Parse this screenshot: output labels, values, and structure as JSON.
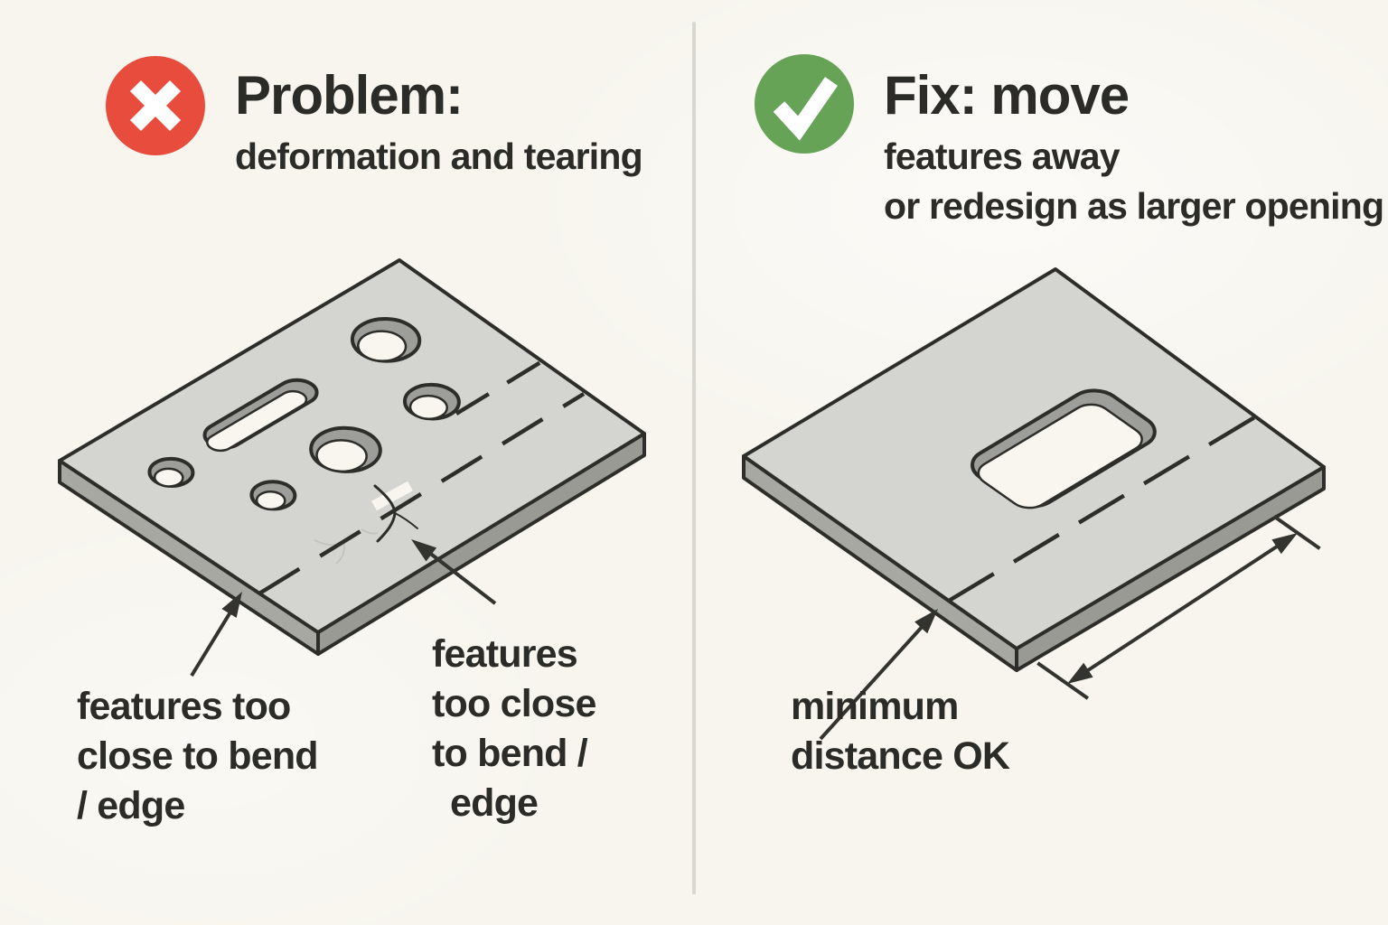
{
  "theme": {
    "background": "#f7f5ee",
    "divider": "#d9d7d1",
    "text": "#2b2b28",
    "outline": "#2d2d2a",
    "plate_top": "#d4d4d1",
    "plate_side_left": "#a8a8a3",
    "plate_side_right": "#9a9a95",
    "hole_wall": "#9d9d99",
    "hole_through": "#f8f6ef",
    "error": "#e74c3c",
    "success": "#66a356",
    "annotation": "#33332f",
    "scratch": "#bdbdb7"
  },
  "left_panel": {
    "status_icon": "cross-in-circle",
    "title": "Problem:",
    "subtitle": "deformation and tearing",
    "annotations": [
      {
        "lines": [
          "features too",
          "close to bend",
          "/ edge"
        ]
      },
      {
        "lines": [
          "features",
          "too close",
          "to bend /",
          "edge"
        ]
      }
    ],
    "illustration": "flat sheet-metal plate with round holes and a slot placed too close to the dashed bend line, showing a tear crack"
  },
  "right_panel": {
    "status_icon": "check-in-circle",
    "title": "Fix: move",
    "subtitle_lines": [
      "features away",
      "or redesign as larger opening"
    ],
    "annotations": [
      {
        "lines": [
          "minimum",
          "distance OK"
        ]
      }
    ],
    "illustration": "flat sheet-metal plate with one large rounded rectangular opening kept away from the dashed bend line, with a minimum-distance dimension arrow"
  }
}
